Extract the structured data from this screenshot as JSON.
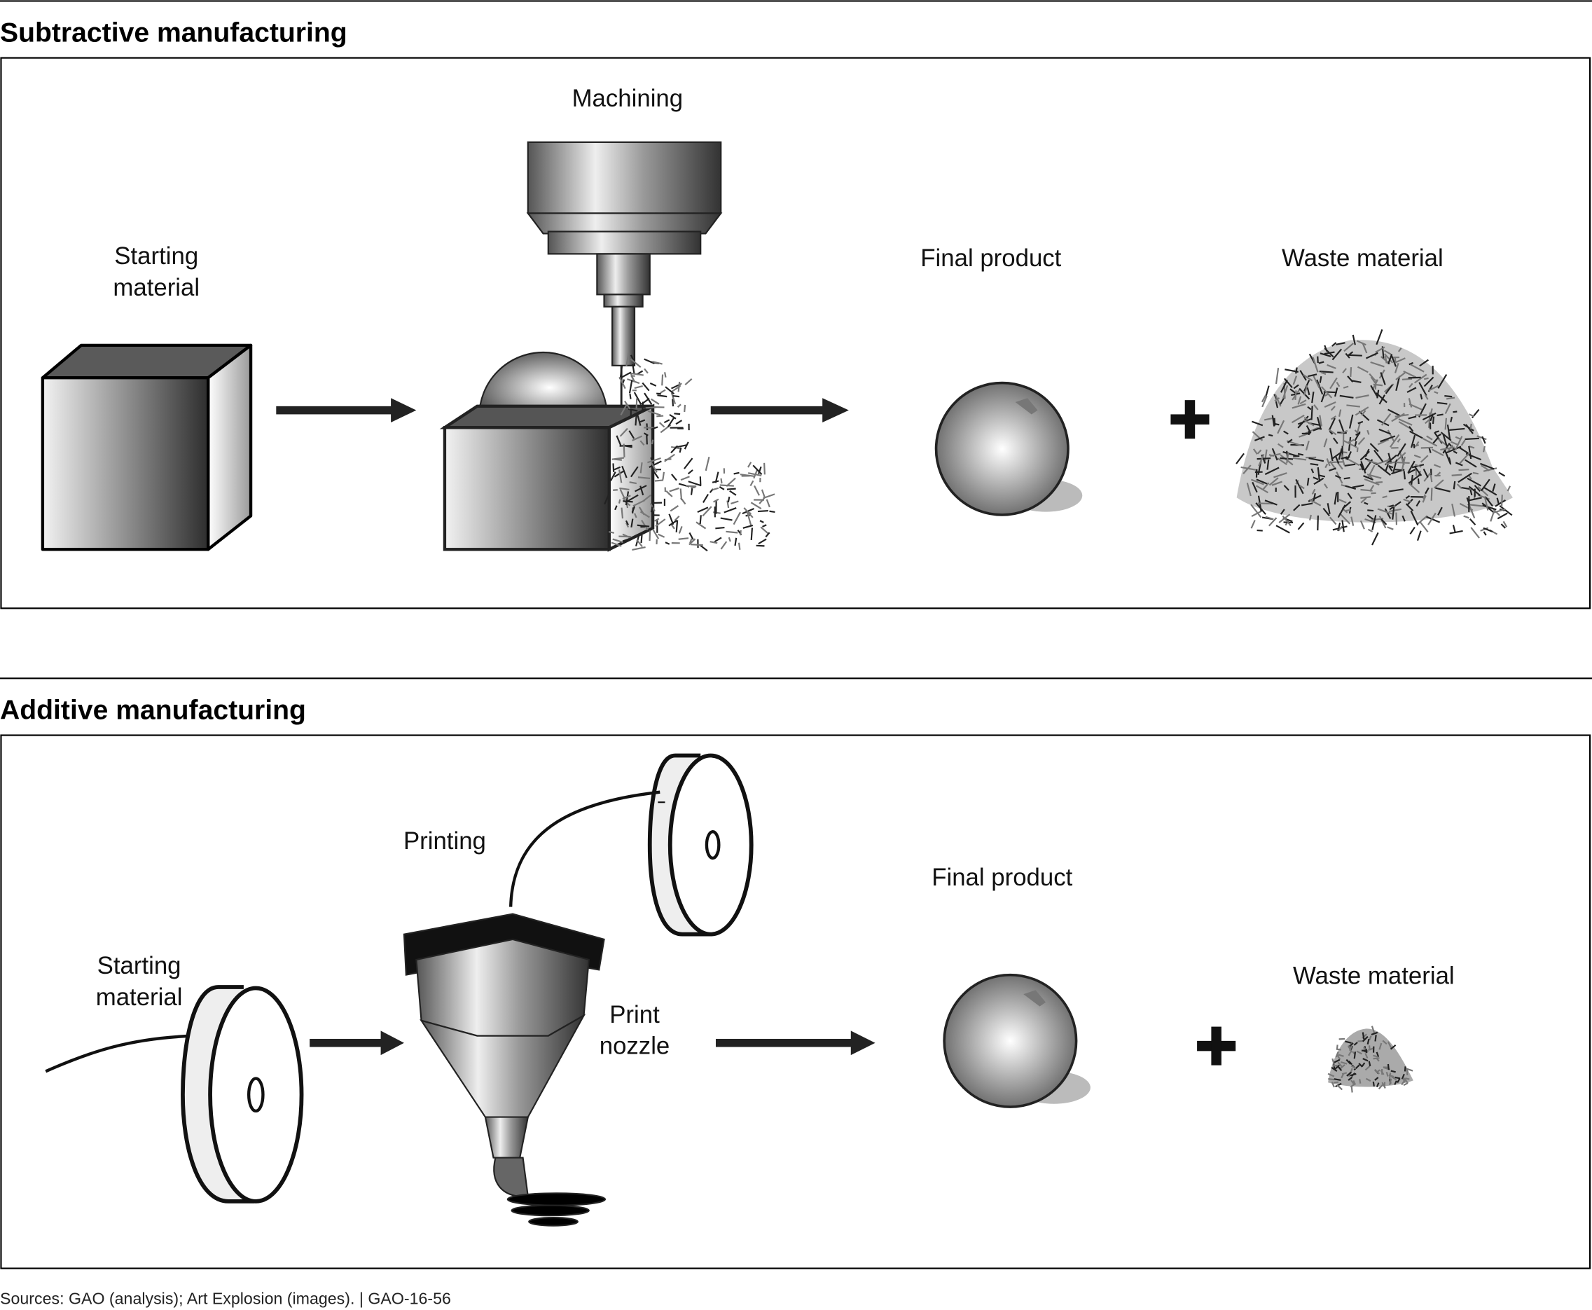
{
  "subtractive": {
    "title": "Subtractive manufacturing",
    "starting_material": [
      "Starting",
      "material"
    ],
    "process": "Machining",
    "final_product": "Final product",
    "waste_material": "Waste material",
    "plus": "+"
  },
  "additive": {
    "title": "Additive manufacturing",
    "starting_material": [
      "Starting",
      "material"
    ],
    "process": "Printing",
    "nozzle": [
      "Print",
      "nozzle"
    ],
    "final_product": "Final product",
    "waste_material": "Waste material",
    "plus": "+"
  },
  "footer": {
    "source": "Sources: GAO (analysis); Art Explosion (images).  |  GAO-16-56"
  }
}
